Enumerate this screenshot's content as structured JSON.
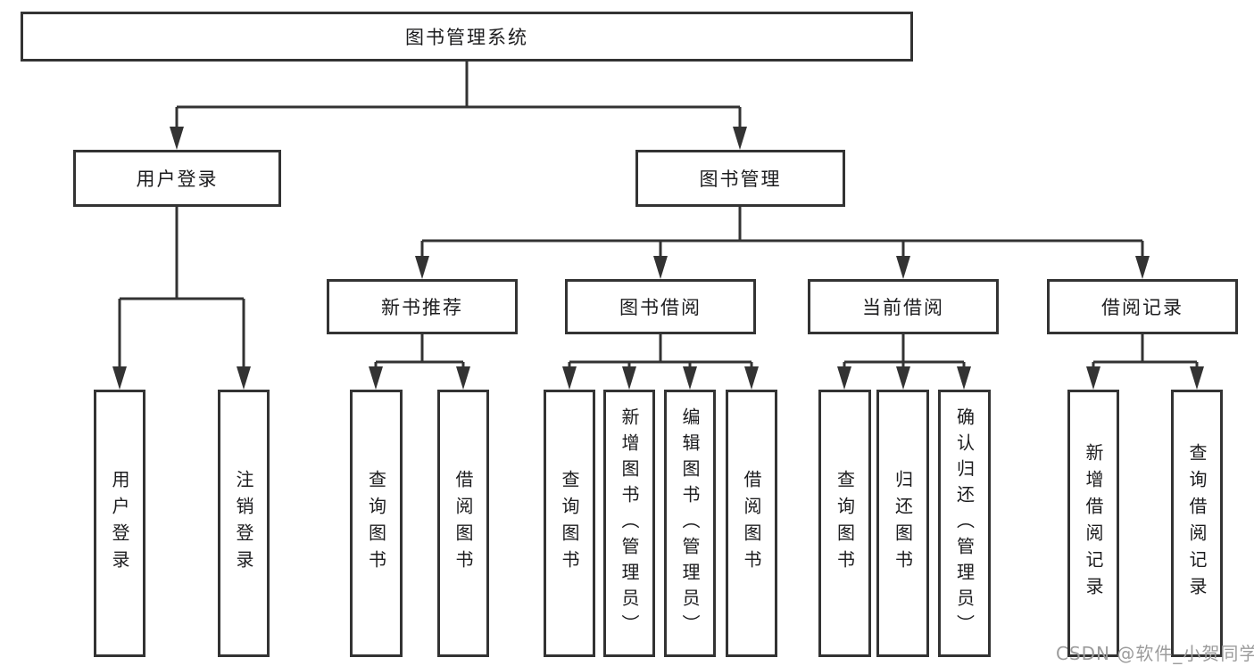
{
  "diagram": {
    "root": "图书管理系统",
    "user_login": "用户登录",
    "user_login_children": [
      "用户登录",
      "注销登录"
    ],
    "book_mgmt": "图书管理",
    "sections": [
      {
        "label": "新书推荐",
        "children": [
          "查询图书",
          "借阅图书"
        ]
      },
      {
        "label": "图书借阅",
        "children": [
          "查询图书",
          "新增图书（管理员）",
          "编辑图书（管理员）",
          "借阅图书"
        ]
      },
      {
        "label": "当前借阅",
        "children": [
          "查询图书",
          "归还图书",
          "确认归还（管理员）"
        ]
      },
      {
        "label": "借阅记录",
        "children": [
          "新增借阅记录",
          "查询借阅记录"
        ]
      }
    ],
    "watermark": "CSDN @软件_小贺同学",
    "colors": {
      "line": "#333333",
      "text": "#1c1c1e",
      "watermark": "#9c9c9c",
      "background": "#ffffff"
    }
  }
}
